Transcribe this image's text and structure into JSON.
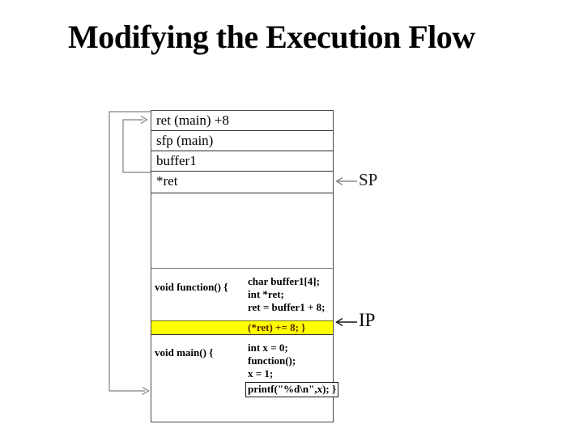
{
  "title": "Modifying the Execution Flow",
  "stack": {
    "rows": [
      "ret (main) +8",
      "sfp (main)",
      "buffer1",
      "*ret"
    ]
  },
  "registers": {
    "sp": "SP",
    "ip": "IP"
  },
  "function_block": {
    "left": "void function() {",
    "lines": [
      "char buffer1[4];",
      "int *ret;",
      "ret = buffer1 + 8;"
    ],
    "highlight": "(*ret) += 8; }"
  },
  "main_block": {
    "left": "void main() {",
    "lines": [
      "int x = 0;",
      "function();",
      "x = 1;"
    ],
    "boxed": "printf(\"%d\\n\",x); }"
  },
  "colors": {
    "highlight_bg": "#ffff00",
    "highlight_text": "#5a2000",
    "bracket": "#808080"
  }
}
